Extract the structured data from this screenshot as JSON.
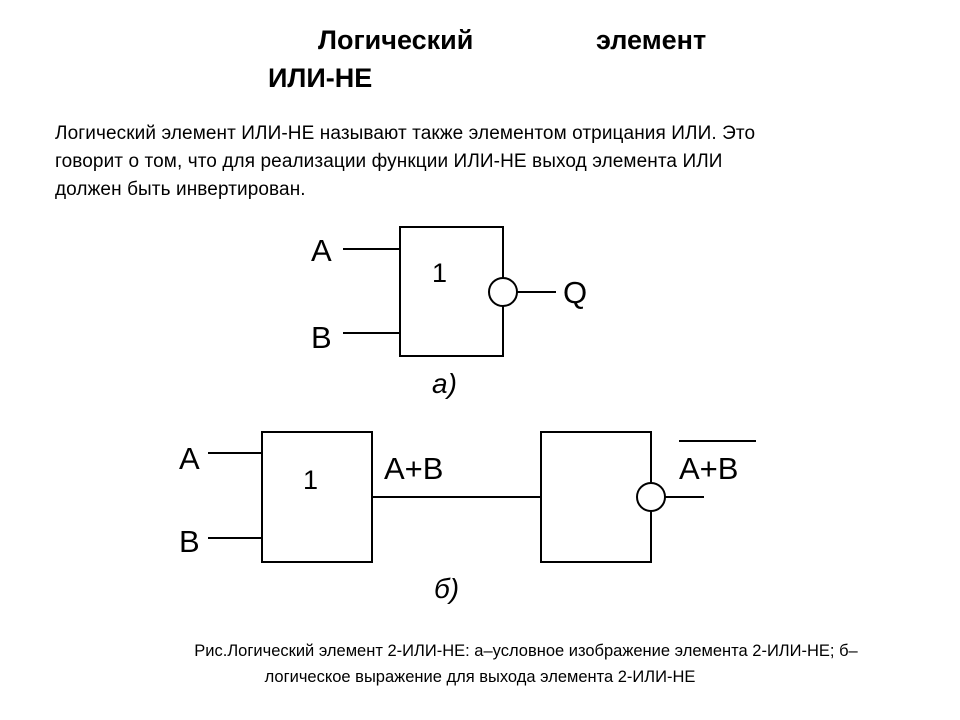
{
  "title": {
    "word1": "Логический",
    "word2": "элемент",
    "word3": "ИЛИ-НЕ"
  },
  "paragraph": {
    "line1": "Логический элемент ИЛИ-НЕ называют также элементом отрицания ИЛИ. Это",
    "line2": "говорит о том, что для реализации функции ИЛИ-НЕ выход элемента ИЛИ",
    "line3": "должен быть инвертирован."
  },
  "diagram_a": {
    "input_a": "A",
    "input_b": "B",
    "gate_symbol": "1",
    "output": "Q",
    "tag": "а)"
  },
  "diagram_b": {
    "input_a": "A",
    "input_b": "B",
    "gate_symbol": "1",
    "intermediate": "A+B",
    "output": "A+B",
    "tag": "б)"
  },
  "caption": {
    "line1": "Рис.Логический элемент 2-ИЛИ-НЕ: а–условное изображение элемента 2-ИЛИ-НЕ; б–",
    "line2": "логическое выражение для выхода элемента 2-ИЛИ-НЕ"
  }
}
